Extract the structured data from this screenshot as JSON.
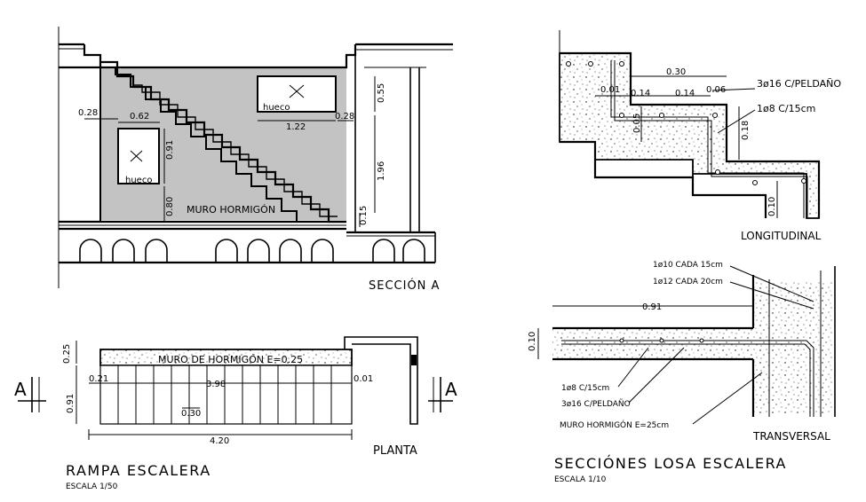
{
  "section_a": {
    "title": "SECCIÓN A",
    "hueco_label": "hueco",
    "muro_label": "MURO HORMIGÓN",
    "dims": {
      "d028_left": "0.28",
      "d062": "0.62",
      "d091": "0.91",
      "d080": "0.80",
      "d122": "1.22",
      "d028_right": "0.28",
      "d055": "0.55",
      "d196": "1.96",
      "d015": "0.15"
    }
  },
  "planta": {
    "title": "PLANTA",
    "wall_label": "MURO DE HORMIGÓN  E=0.25",
    "marker_left": "A",
    "marker_right": "A",
    "dims": {
      "d025": "0.25",
      "d021": "0.21",
      "d398": "3.98",
      "d001": "0.01",
      "d091": "0.91",
      "d030": "0.30",
      "d420": "4.20"
    }
  },
  "rampa": {
    "title": "RAMPA  ESCALERA",
    "scale": "ESCALA 1/50"
  },
  "longitudinal": {
    "title": "LONGITUDINAL",
    "rebar_top": "3ø16  C/PELDAÑO",
    "rebar_bottom": "1ø8  C/15cm",
    "dims": {
      "d030": "0.30",
      "d001": "0.01",
      "d014a": "0.14",
      "d014b": "0.14",
      "d006": "0.06",
      "d005": "0.05",
      "d018": "0.18",
      "d010": "0.10"
    }
  },
  "transversal": {
    "title": "TRANSVERSAL",
    "rebar_1": "1ø10  CADA  15cm",
    "rebar_2": "1ø12  CADA  20cm",
    "rebar_3": "1ø8  C/15cm",
    "rebar_4": "3ø16  C/PELDAÑO",
    "muro_label": "MURO  HORMIGÓN  E=25cm",
    "dims": {
      "d091": "0.91",
      "d010": "0.10"
    }
  },
  "secciones": {
    "title": "SECCIÓNES  LOSA  ESCALERA",
    "scale": "ESCALA  1/10"
  }
}
